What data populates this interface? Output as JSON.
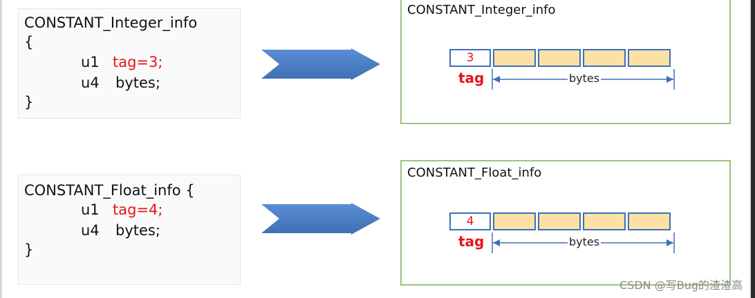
{
  "top": {
    "code_lines": [
      "CONSTANT_Integer_info",
      "{",
      "u1",
      "tag=3;",
      "u4",
      "bytes;",
      "}"
    ],
    "panel_title": "CONSTANT_Integer_info",
    "tag_value": "3",
    "tag_label": "tag",
    "bytes_label": "bytes"
  },
  "bottom": {
    "code_lines": [
      "CONSTANT_Float_info {",
      "u1",
      "tag=4;",
      "u4",
      "bytes;",
      "}"
    ],
    "panel_title": "CONSTANT_Float_info",
    "tag_value": "4",
    "tag_label": "tag",
    "bytes_label": "bytes"
  },
  "colors": {
    "accent_red": "#e8121a",
    "arrow_blue": "#4a7ec4",
    "panel_border": "#9ac47d",
    "cell_border": "#3f6fb5",
    "byte_fill": "#fbe1a6"
  },
  "watermark": "CSDN @写Bug的渣渣高"
}
